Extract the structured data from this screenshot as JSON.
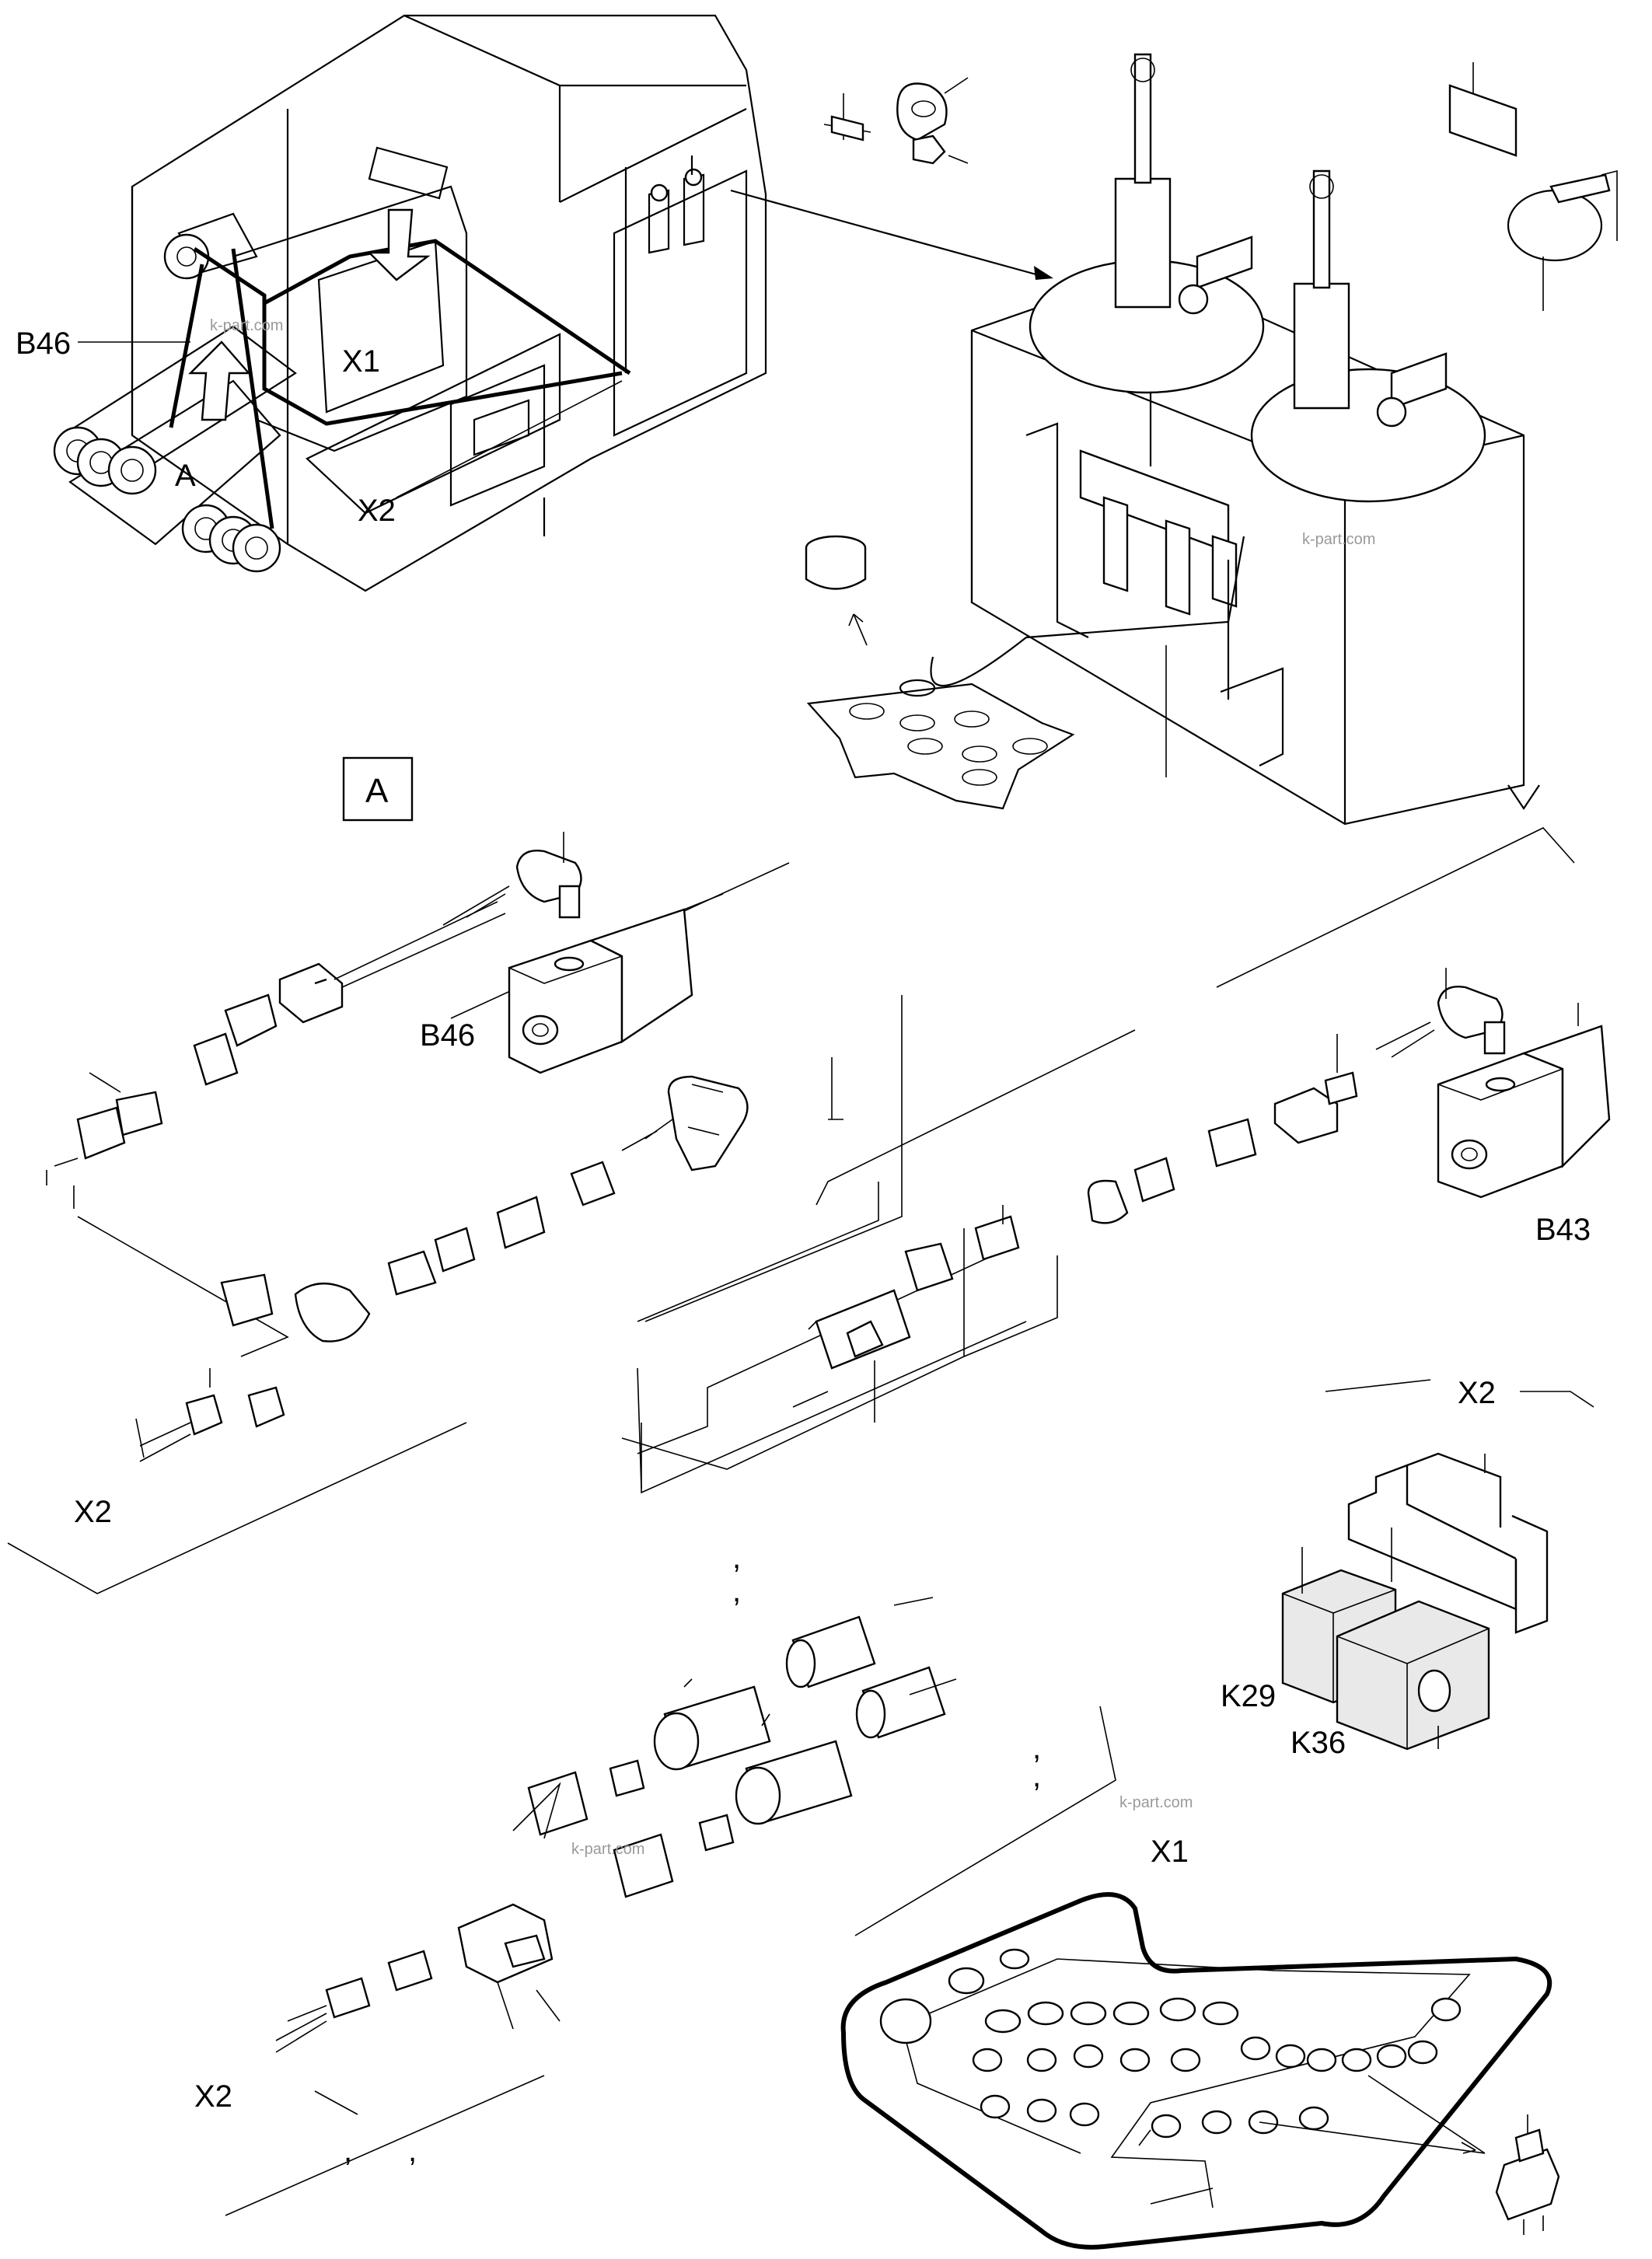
{
  "labels": {
    "machine_b46": "B46",
    "machine_x1": "X1",
    "machine_a": "A",
    "machine_x2": "X2",
    "detail_box_a": "A",
    "sensor_b46": "B46",
    "sensor_b43": "B43",
    "harness_x2_left": "X2",
    "relay_group_x2": "X2",
    "relay_k29": "K29",
    "relay_k36": "K36",
    "panel_x1": "X1",
    "lower_x2": "X2"
  },
  "marks": {
    "comma": ","
  },
  "watermarks": {
    "site": "k-part.com"
  }
}
